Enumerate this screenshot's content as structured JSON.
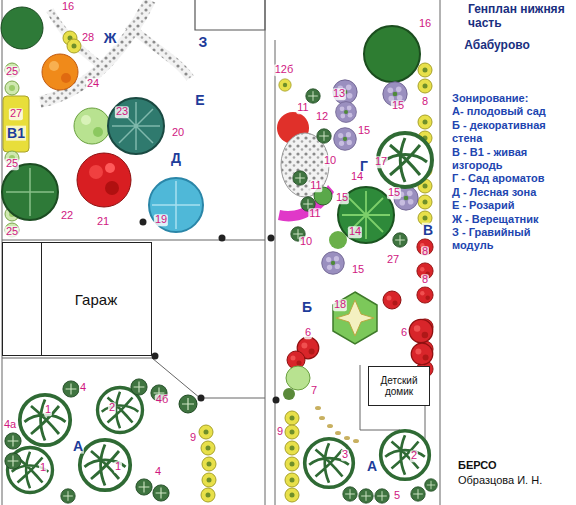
{
  "diagram": {
    "title": "Генплан нижняя часть",
    "nodes": [
      {
        "text": [
          "Гараж"
        ]
      },
      {
        "text": [
          "Детский домик"
        ]
      }
    ],
    "labels": [
      "Абабурово",
      "Зонирование:",
      "А- плодовый сад",
      "Б - декоративная стена",
      "В - В1 - живая изгородь",
      "Г - Сад ароматов",
      "Д - Лесная зона",
      "Е - Розарий",
      "Ж - Верещатник",
      "З - Гравийный модуль",
      "БЕРСО",
      "Образцова И. Н.",
      "Ж",
      "З",
      "Е",
      "Д",
      "В1",
      "А",
      "А",
      "Б",
      "Г",
      "В",
      "16",
      "28",
      "24",
      "25",
      "27",
      "25",
      "23",
      "20",
      "22",
      "21",
      "19",
      "25",
      "16",
      "12б",
      "11",
      "12",
      "13",
      "15",
      "8",
      "10",
      "15",
      "11",
      "17",
      "14",
      "15",
      "15",
      "11",
      "14",
      "10",
      "27",
      "8",
      "15",
      "8",
      "18",
      "6",
      "6",
      "7",
      "9",
      "3",
      "2",
      "5",
      "4",
      "2",
      "4б",
      "1",
      "4а",
      "9",
      "1",
      "1",
      "4"
    ]
  }
}
